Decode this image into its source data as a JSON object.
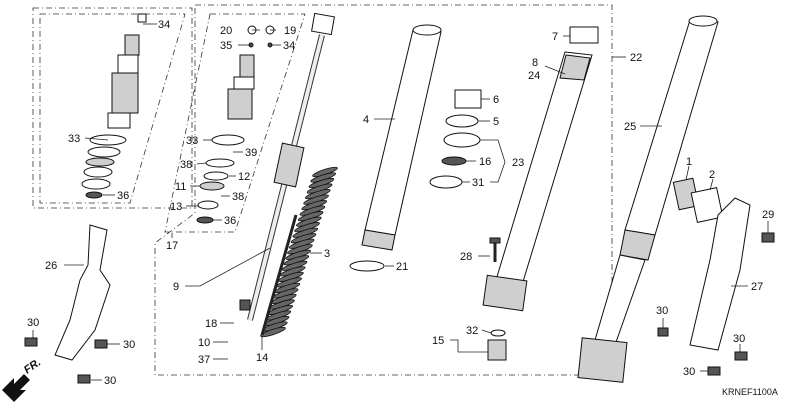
{
  "labels": {
    "p34a": "34",
    "p33a": "33",
    "p36a": "36",
    "p20": "20",
    "p19": "19",
    "p35": "35",
    "p34b": "34",
    "p33b": "33",
    "p39": "39",
    "p38a": "38",
    "p12": "12",
    "p11": "11",
    "p38b": "38",
    "p13": "13",
    "p36b": "36",
    "p17": "17",
    "p4": "4",
    "p3": "3",
    "p9": "9",
    "p18": "18",
    "p10": "10",
    "p37": "37",
    "p14": "14",
    "p21": "21",
    "p26": "26",
    "p30a": "30",
    "p30b": "30",
    "p30c": "30",
    "p6": "6",
    "p5": "5",
    "p16": "16",
    "p23": "23",
    "p31": "31",
    "p7": "7",
    "p8": "8",
    "p24": "24",
    "p22": "22",
    "p28": "28",
    "p32": "32",
    "p15": "15",
    "p25": "25",
    "p1": "1",
    "p2": "2",
    "p29": "29",
    "p27": "27",
    "p30d": "30",
    "p30e": "30",
    "p30f": "30"
  },
  "diagram_code": "KRNEF1100A",
  "front_marker": "FR."
}
